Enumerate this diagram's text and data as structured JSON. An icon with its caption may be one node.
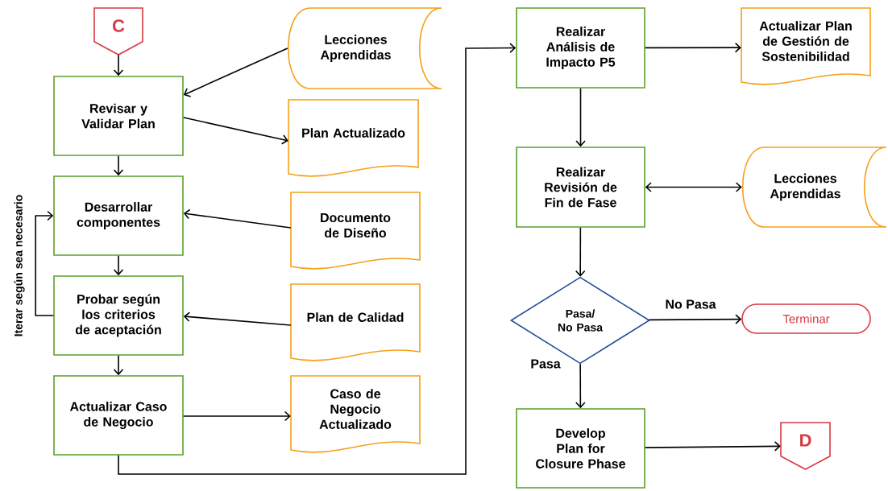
{
  "diagram": {
    "nodes": [
      {
        "text": [
          "C"
        ]
      },
      {
        "text": [
          "Lecciones Aprendidas"
        ]
      },
      {
        "text": [
          "Revisar y Validar Plan"
        ]
      },
      {
        "text": [
          "Plan Actualizado"
        ]
      },
      {
        "text": [
          "Desarrollar componentes"
        ]
      },
      {
        "text": [
          "Documento de Diseño"
        ]
      },
      {
        "text": [
          "Probar según los criterios de aceptación"
        ]
      },
      {
        "text": [
          "Plan de Calidad"
        ]
      },
      {
        "text": [
          "Actualizar Caso de Negocio"
        ]
      },
      {
        "text": [
          "Caso de Negocio Actualizado"
        ]
      },
      {
        "text": [
          "Realizar Análisis de Impacto P5"
        ]
      },
      {
        "text": [
          "Actualizar Plan de Gestión de Sostenibilidad"
        ]
      },
      {
        "text": [
          "Realizar Revisión de Fin de Fase"
        ]
      },
      {
        "text": [
          "Lecciones Aprendidas"
        ]
      },
      {
        "text": [
          "Pasa/ No Pasa"
        ]
      },
      {
        "text": [
          "Terminar"
        ]
      },
      {
        "text": [
          "Develop Plan for Closure Phase"
        ]
      },
      {
        "text": [
          "D"
        ]
      }
    ],
    "edges": [
      {
        "from": 0,
        "to": 2,
        "arrow": "to"
      },
      {
        "from": 1,
        "to": 2,
        "arrow": "to"
      },
      {
        "from": 2,
        "to": 3,
        "arrow": "to"
      },
      {
        "from": 2,
        "to": 4,
        "arrow": "to"
      },
      {
        "from": 5,
        "to": 4,
        "arrow": "to"
      },
      {
        "from": 4,
        "to": 6,
        "arrow": "to"
      },
      {
        "from": 7,
        "to": 6,
        "arrow": "to"
      },
      {
        "from": 6,
        "to": 4,
        "arrow": "to"
      },
      {
        "from": 6,
        "to": 8,
        "arrow": "to"
      },
      {
        "from": 8,
        "to": 9,
        "arrow": "to"
      },
      {
        "from": 8,
        "to": 10,
        "arrow": "to"
      },
      {
        "from": 10,
        "to": 11,
        "arrow": "to"
      },
      {
        "from": 10,
        "to": 12,
        "arrow": "to"
      },
      {
        "from": 12,
        "to": 13,
        "arrow": "both"
      },
      {
        "from": 12,
        "to": 14,
        "arrow": "to"
      },
      {
        "from": 14,
        "to": 15,
        "arrow": "to",
        "label": "No Pasa"
      },
      {
        "from": 14,
        "to": 16,
        "arrow": "to",
        "label": "Pasa"
      },
      {
        "from": 16,
        "to": 17,
        "arrow": "to"
      }
    ],
    "labels": [
      "Iterar según sea necesario"
    ]
  }
}
